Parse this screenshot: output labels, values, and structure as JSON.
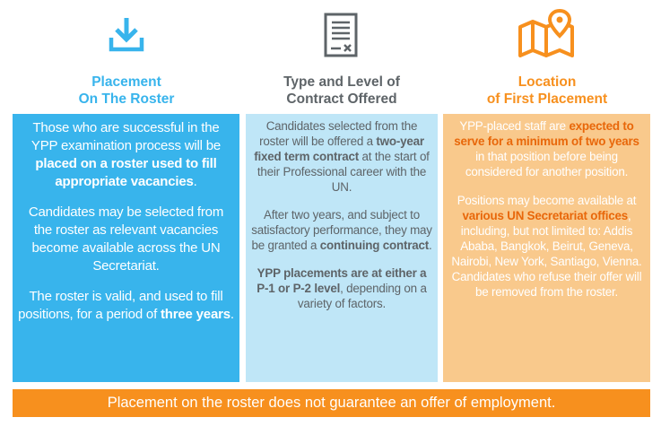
{
  "colors": {
    "blue": "#38b4ec",
    "light_blue": "#bfe6f7",
    "gray": "#5e6468",
    "orange": "#f7901e",
    "light_orange": "#f9c98c"
  },
  "columns": [
    {
      "icon": "download-tray-icon",
      "title_line1": "Placement",
      "title_line2": "On The Roster",
      "paragraphs": [
        {
          "t1": "Those who are successful in the YPP examination process will be ",
          "b1": "placed on a roster used to fill appropriate vacancies",
          "t2": "."
        },
        {
          "t1": "Candidates may be selected from the roster as relevant vacancies become available across the UN Secretariat."
        },
        {
          "t1": "The roster is valid, and used to fill positions, for a period of ",
          "b1": "three years",
          "t2": "."
        }
      ]
    },
    {
      "icon": "contract-document-icon",
      "title_line1": "Type and Level of",
      "title_line2": "Contract Offered",
      "paragraphs": [
        {
          "t1": "Candidates selected from the roster will be offered a ",
          "b1": "two-year fixed term contract",
          "t2": " at the start of their Professional career with the UN."
        },
        {
          "t1": "After two years, and subject to satisfactory performance, they may be granted a ",
          "b1": "continuing contract",
          "t2": "."
        },
        {
          "b1": "YPP placements are at either a P-1 or P-2 level",
          "t2": ", depending on a variety of factors."
        }
      ]
    },
    {
      "icon": "map-pin-icon",
      "title_line1": "Location",
      "title_line2": "of First Placement",
      "paragraphs": [
        {
          "t1": "YPP-placed staff are ",
          "b1": "expected to serve for a minimum of two years",
          "t2": " in that position before being considered for another position."
        },
        {
          "t1": "Positions may become available at ",
          "b1": "various UN Secretariat offices",
          "t2": ", including, but not limited to: Addis Ababa, Bangkok, Beirut, Geneva, Nairobi, New York, Santiago, Vienna.",
          "t3": "Candidates who refuse their offer will be removed from the roster."
        }
      ]
    }
  ],
  "footer": "Placement on the roster does not guarantee an offer of employment."
}
